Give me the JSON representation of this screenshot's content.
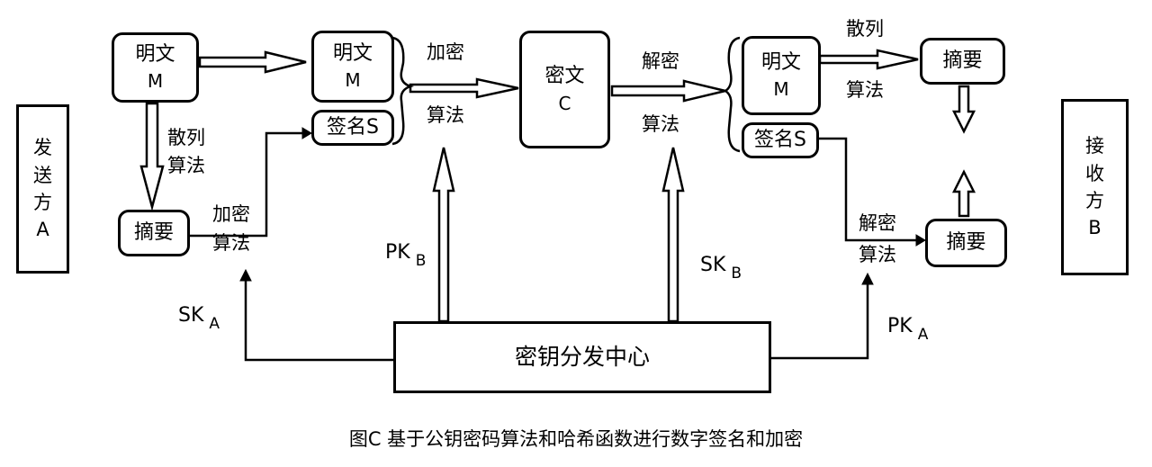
{
  "sender": {
    "line1": "发",
    "line2": "送",
    "line3": "方",
    "line4": "A"
  },
  "receiver": {
    "line1": "接",
    "line2": "收",
    "line3": "方",
    "line4": "B"
  },
  "plaintext_a": {
    "line1": "明文",
    "line2": "M"
  },
  "plaintext_b": {
    "line1": "明文",
    "line2": "M"
  },
  "signature_a": "签名S",
  "plaintext_c": {
    "line1": "明文",
    "line2": "M"
  },
  "signature_b": "签名S",
  "ciphertext": {
    "line1": "密文",
    "line2": "C"
  },
  "digest_sender": "摘要",
  "digest_receiver_top": "摘要",
  "digest_receiver_bottom": "摘要",
  "kdc": "密钥分发中心",
  "labels": {
    "hash_sender_1": "散列",
    "hash_sender_2": "算法",
    "encrypt_digest_1": "加密",
    "encrypt_digest_2": "算法",
    "encrypt_main_1": "加密",
    "encrypt_main_2": "算法",
    "decrypt_main_1": "解密",
    "decrypt_main_2": "算法",
    "hash_receiver_1": "散列",
    "hash_receiver_2": "算法",
    "decrypt_sig_1": "解密",
    "decrypt_sig_2": "算法"
  },
  "keys": {
    "pkb_main": "PK",
    "pkb_sub": "B",
    "skb_main": "SK",
    "skb_sub": "B",
    "ska_main": "SK",
    "ska_sub": "A",
    "pka_main": "PK",
    "pka_sub": "A"
  },
  "caption": "图C 基于公钥密码算法和哈希函数进行数字签名和加密"
}
